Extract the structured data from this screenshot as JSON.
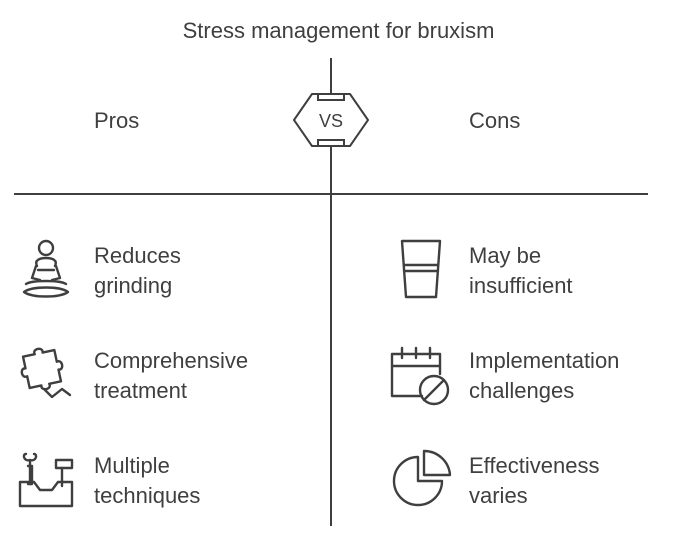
{
  "title": "Stress management for bruxism",
  "vs_label": "VS",
  "pros": {
    "heading": "Pros",
    "items": [
      {
        "line1": "Reduces",
        "line2": "grinding",
        "icon": "meditation-icon"
      },
      {
        "line1": "Comprehensive",
        "line2": "treatment",
        "icon": "puzzle-piece-icon"
      },
      {
        "line1": "Multiple",
        "line2": "techniques",
        "icon": "toolbox-icon"
      }
    ]
  },
  "cons": {
    "heading": "Cons",
    "items": [
      {
        "line1": "May be",
        "line2": "insufficient",
        "icon": "half-full-glass-icon"
      },
      {
        "line1": "Implementation",
        "line2": "challenges",
        "icon": "calendar-blocked-icon"
      },
      {
        "line1": "Effectiveness",
        "line2": "varies",
        "icon": "pie-chart-icon"
      }
    ]
  },
  "colors": {
    "stroke": "#3f3f3f",
    "text": "#3f3f3f",
    "background": "#ffffff"
  }
}
